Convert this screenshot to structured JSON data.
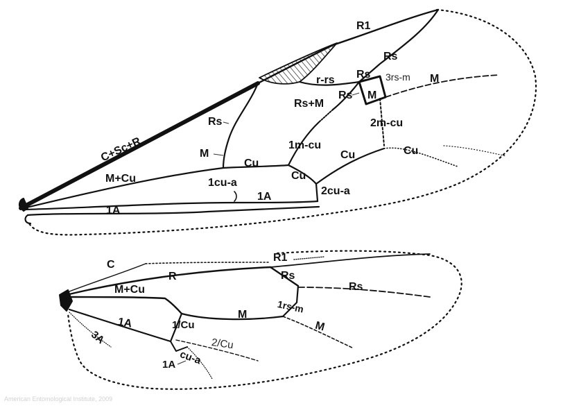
{
  "credit": "American Entomological Institute, 2009",
  "forewing": {
    "labels": {
      "C_Sc_R": "C+Sc+R",
      "R1": "R1",
      "Rs_outer": "Rs",
      "Rs_cell": "Rs",
      "Rs_left": "Rs",
      "Rs_basal": "Rs",
      "r_rs": "r-rs",
      "3rs_m": "3rs-m",
      "M_cell": "M",
      "M_outer": "M",
      "Rs_M": "Rs+M",
      "2m_cu": "2m-cu",
      "1m_cu": "1m-cu",
      "M_basal": "M",
      "Cu": "Cu",
      "Cu_mid": "Cu",
      "Cu_outer": "Cu",
      "Cu_lower": "Cu",
      "M_Cu": "M+Cu",
      "1cu_a": "1cu-a",
      "1A_mid": "1A",
      "1A_low": "1A",
      "2cu_a": "2cu-a"
    }
  },
  "hindwing": {
    "labels": {
      "C": "C",
      "R": "R",
      "R1": "R1",
      "Rs": "Rs",
      "Rs_outer": "Rs",
      "M_Cu": "M+Cu",
      "1rs_m": "1rs-m",
      "M": "M",
      "M_outer": "M",
      "1A": "1A",
      "1_Cu": "1/Cu",
      "2_Cu": "2/Cu",
      "3A": "3A",
      "cu_a": "cu-a",
      "1A_low": "1A"
    }
  }
}
